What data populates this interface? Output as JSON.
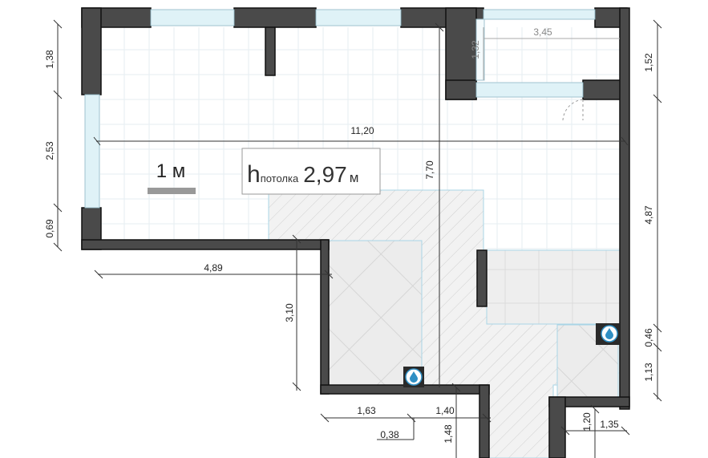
{
  "plan": {
    "scale_bar_label": "1 м",
    "ceiling": {
      "h_letter": "h",
      "sub_label": "потолка",
      "value": "2,97",
      "unit": "м"
    },
    "dimensions": {
      "width_main": "11,20",
      "height_main": "7,70",
      "left_top": "1,38",
      "left_mid": "2,53",
      "left_bottom": "0,69",
      "bottom_left_width": "4,89",
      "bottom_left_height": "3,10",
      "balcony_width": "3,45",
      "balcony_depth": "1,32",
      "right_top": "1,52",
      "right_mid": "4,87",
      "right_small": "0,46",
      "right_low": "1,13",
      "bottom_a": "1,63",
      "bottom_b": "1,40",
      "bottom_c": "0,38",
      "bottom_d": "1,48",
      "bottom_e": "1,20",
      "bottom_f": "1,35"
    },
    "colors": {
      "wall": "#4a4a4a",
      "wall_stroke": "#111111",
      "window": "#dff2f7",
      "grid": "#e6eef2",
      "water_icon": "#2f8fc4"
    },
    "icons": [
      "water-point-icon"
    ]
  }
}
